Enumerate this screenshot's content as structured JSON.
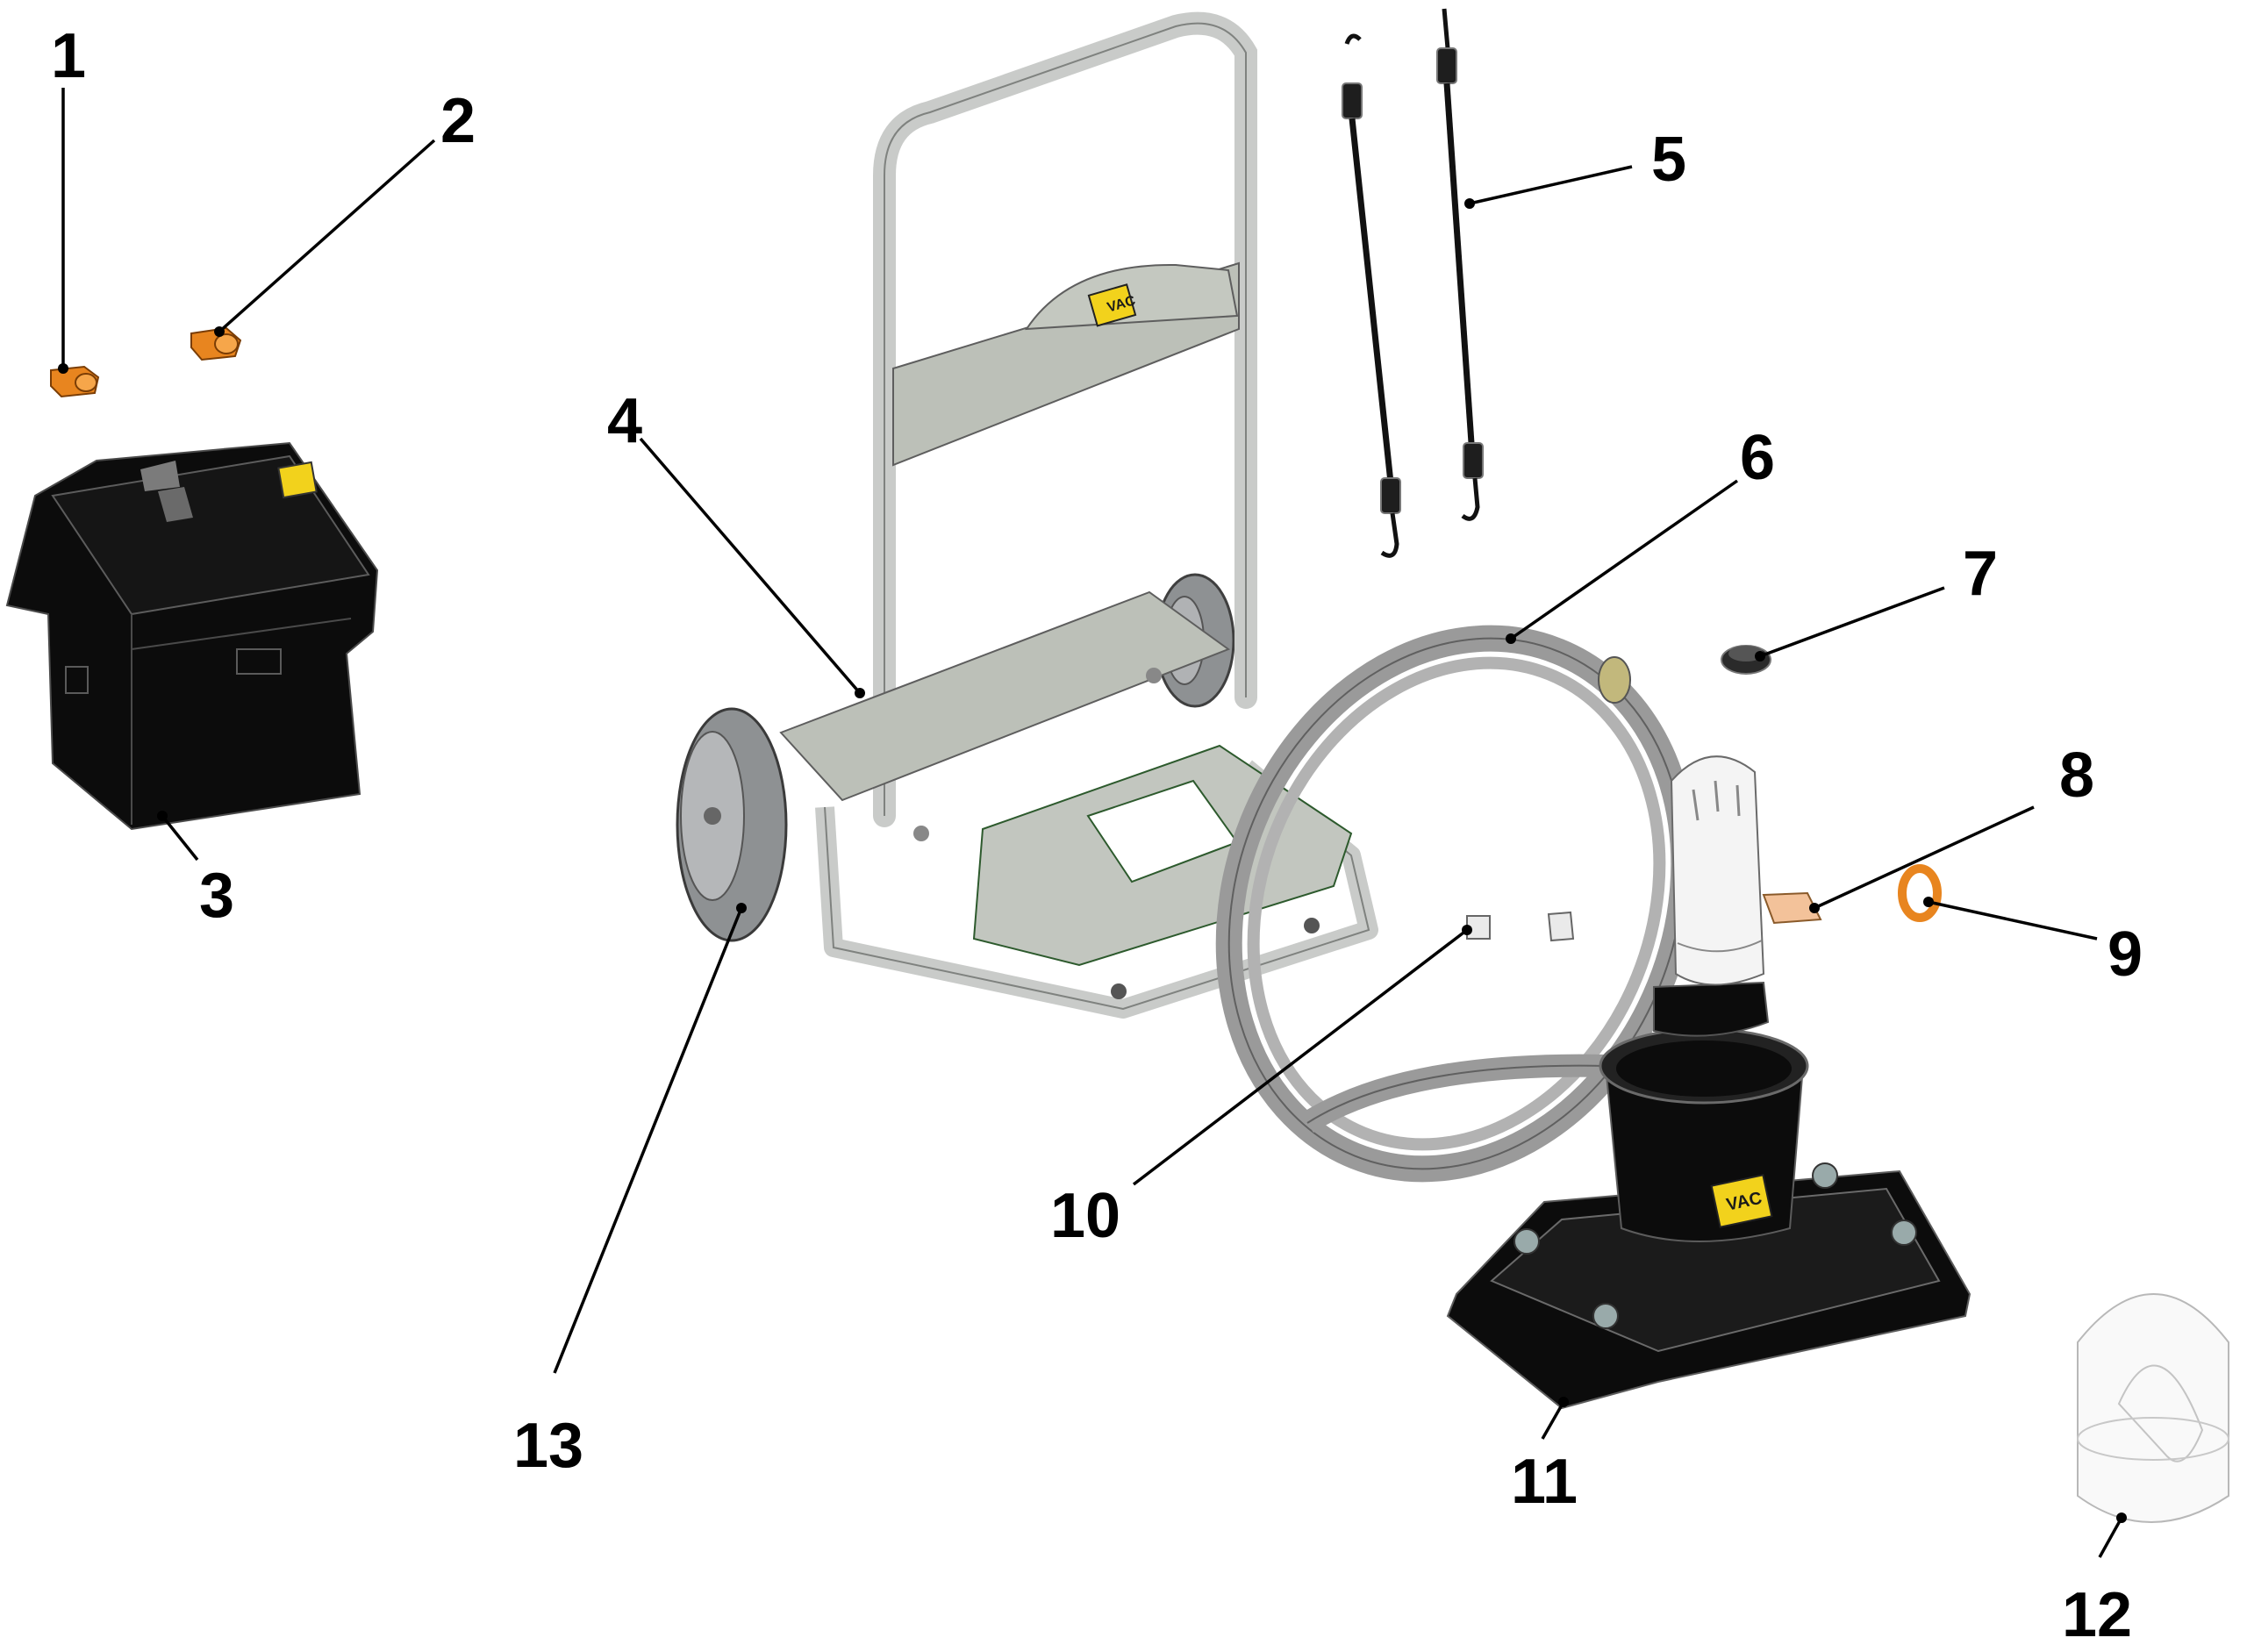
{
  "colors": {
    "part_orange": "#e8851f",
    "black_plastic": "#0c0c0c",
    "frame_gray": "#c9cbc9",
    "plate_gray": "#bcc0b8",
    "hose_gray": "#9a9a9a",
    "logo_yellow": "#f2d21c",
    "canister_white": "#f4f4f4"
  },
  "callouts": [
    {
      "label": "1"
    },
    {
      "label": "2"
    },
    {
      "label": "3"
    },
    {
      "label": "4"
    },
    {
      "label": "5"
    },
    {
      "label": "6"
    },
    {
      "label": "7"
    },
    {
      "label": "8"
    },
    {
      "label": "9"
    },
    {
      "label": "10"
    },
    {
      "label": "11"
    },
    {
      "label": "12"
    },
    {
      "label": "13"
    }
  ],
  "logos": [
    "VAC",
    "VAC"
  ]
}
